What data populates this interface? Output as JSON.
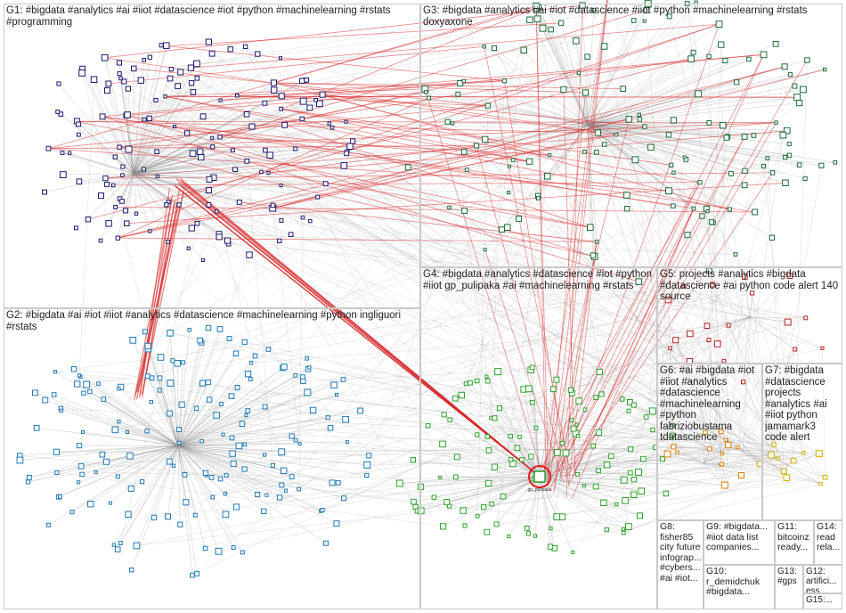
{
  "groups": [
    {
      "id": "G1",
      "label": "G1: #bigdata #analytics #ai #iiot #datascience #iot #python #machinelearning #rstats #programming",
      "color": "#1a1a6e"
    },
    {
      "id": "G2",
      "label": "G2: #bigdata #ai #iot #iiot #analytics #datascience #machinelearning #python ingliguori #rstats",
      "color": "#1f78b4"
    },
    {
      "id": "G3",
      "label": "G3: #bigdata #analytics #ai #iot #datascience #iiot #python #machinelearning #rstats doxyaxone",
      "color": "#1b6b3a"
    },
    {
      "id": "G4",
      "label": "G4: #bigdata #analytics #datascience #iot #python #iiot gp_pulipaka #ai #machinelearning #rstats",
      "color": "#2ca02c"
    },
    {
      "id": "G5",
      "label": "G5: projects #analytics #bigdata #datascience #ai python code alert 140 source",
      "color": "#b22222"
    },
    {
      "id": "G6",
      "label": "G6: #ai #bigdata #iot #iiot #analytics #datascience #machinelearning #python fabriziobustama tdatascience",
      "color": "#e07b00"
    },
    {
      "id": "G7",
      "label": "G7: #bigdata #datascience projects #analytics #ai #iiot python jamamark3 code alert",
      "color": "#d4b000"
    },
    {
      "id": "G8",
      "label": "G8: fisher85 city future infograp... #cybers... #ai #iot...",
      "color": "#7f7f7f"
    },
    {
      "id": "G9",
      "label": "G9: #bigdata... #iiot data list companies...",
      "color": "#6a3d9a"
    },
    {
      "id": "G10",
      "label": "G10: r_demidchuk #bigdata...",
      "color": "#8c564b"
    },
    {
      "id": "G11",
      "label": "G11: bitcoinz ready...",
      "color": "#9467bd"
    },
    {
      "id": "G12",
      "label": "G12: artifici... ess...",
      "color": "#17becf"
    },
    {
      "id": "G13",
      "label": "G13: #gps",
      "color": "#bcbd22"
    },
    {
      "id": "G14",
      "label": "G14: read rela...",
      "color": "#e377c2"
    },
    {
      "id": "G15",
      "label": "G15:...",
      "color": "#7f7f7f"
    }
  ],
  "hubs": [
    {
      "name": "gp_pulipaka",
      "group": "G4"
    }
  ]
}
